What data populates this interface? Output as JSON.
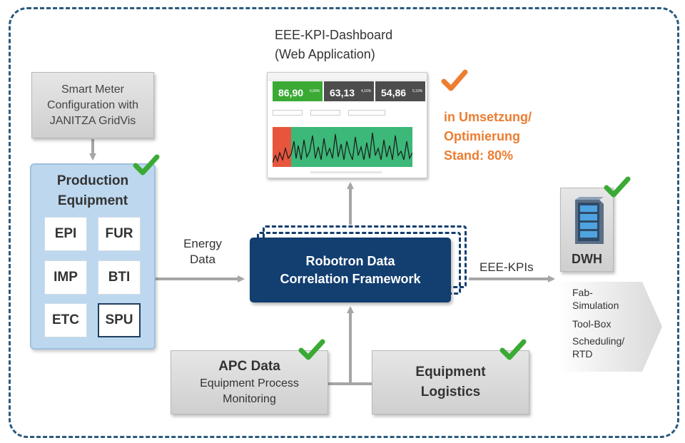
{
  "smart_meter": {
    "lines": [
      "Smart Meter",
      "Configuration with",
      "JANITZA GridVis"
    ]
  },
  "production": {
    "title_lines": [
      "Production",
      "Equipment"
    ],
    "equipment": [
      "EPI",
      "FUR",
      "IMP",
      "BTI",
      "ETC",
      "SPU"
    ]
  },
  "energy_data": {
    "lines": [
      "Energy",
      "Data"
    ]
  },
  "core": {
    "lines": [
      "Robotron Data",
      "Correlation Framework"
    ]
  },
  "eee_kpis": "EEE-KPIs",
  "dashboard": {
    "title_lines": [
      "EEE-KPI-Dashboard",
      "(Web Application)"
    ],
    "kpis": [
      {
        "value": "86,90",
        "pct": "6,99%"
      },
      {
        "value": "63,13",
        "pct": "4,15%"
      },
      {
        "value": "54,86",
        "pct": "5,19%"
      }
    ]
  },
  "status": {
    "lines": [
      "in Umsetzung/",
      "Optimierung",
      "Stand: 80%"
    ]
  },
  "dwh": {
    "label": "DWH"
  },
  "simulation": {
    "items": [
      "Fab-\nSimulation",
      "Tool-Box",
      "Scheduling/\nRTD"
    ]
  },
  "apc": {
    "title": "APC Data",
    "sub_lines": [
      "Equipment Process",
      "Monitoring"
    ]
  },
  "logistics": {
    "lines": [
      "Equipment",
      "Logistics"
    ]
  },
  "colors": {
    "frame": "#2b5a7c",
    "core": "#123e70",
    "production_bg": "#bdd7ee",
    "check_green": "#3aaa35",
    "check_orange": "#ed7d31",
    "status_text": "#ed7d31",
    "kpi_green": "#3aaa35",
    "kpi_dark": "#4d4d4d"
  }
}
